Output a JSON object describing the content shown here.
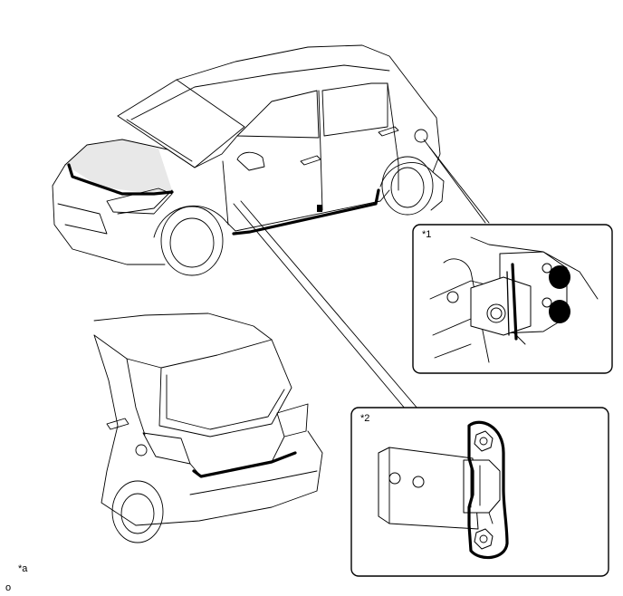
{
  "callouts": {
    "callout_1": "*1",
    "callout_2": "*2",
    "legend_a": "*a",
    "legend_o": "o"
  },
  "colors": {
    "line": "#000000",
    "background": "#ffffff",
    "shade": "#e8e8e8"
  }
}
